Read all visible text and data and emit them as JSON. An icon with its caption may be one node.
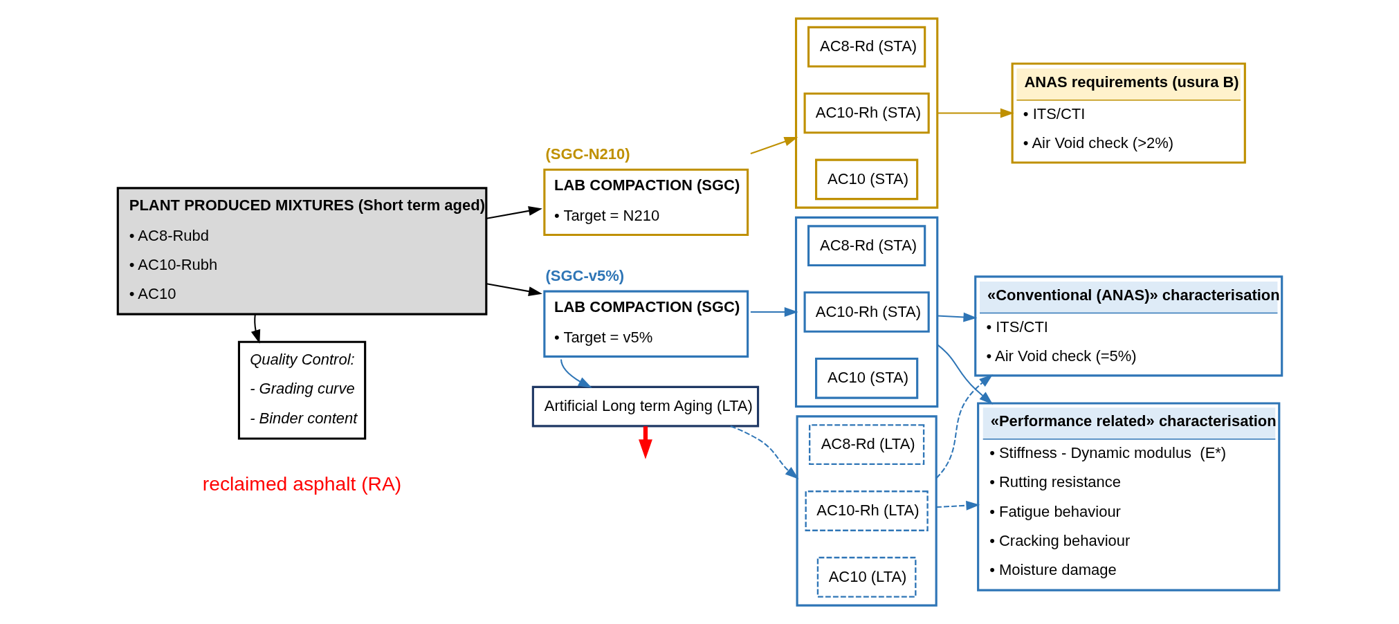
{
  "diagram": {
    "nodes": [
      {
        "text": [
          "PLANT PRODUCED MIXTURES (Short term aged)",
          "• AC8-Rubd",
          "• AC10-Rubh",
          "• AC10"
        ]
      },
      {
        "text": [
          "Quality Control:",
          "- Grading curve",
          "- Binder content"
        ]
      },
      {
        "text": [
          "LAB COMPACTION (SGC)",
          "• Target = N210"
        ],
        "beside": [
          "(SGC-N210)"
        ]
      },
      {
        "text": [],
        "shape": "box"
      },
      {
        "text": [
          "AC8-Rd (STA)"
        ],
        "in": 3
      },
      {
        "text": [
          "AC10-Rh (STA)"
        ],
        "in": 3
      },
      {
        "text": [
          "AC10 (STA)"
        ],
        "in": 3
      },
      {
        "text": [
          "ANAS requirements (usura B)",
          "• ITS/CTI",
          "• Air Void check (>2%)"
        ]
      },
      {
        "text": [
          "LAB COMPACTION (SGC)",
          "• Target = v5%"
        ],
        "beside": [
          "(SGC-v5%)"
        ]
      },
      {
        "text": [],
        "shape": "box"
      },
      {
        "text": [
          "AC8-Rd (STA)"
        ],
        "in": 9
      },
      {
        "text": [
          "AC10-Rh (STA)"
        ],
        "in": 9
      },
      {
        "text": [
          "AC10 (STA)"
        ],
        "in": 9
      },
      {
        "text": [
          "«Conventional (ANAS)» characterisation",
          "• ITS/CTI",
          "• Air Void check (=5%)"
        ]
      },
      {
        "text": [
          "Artificial Long term Aging (LTA)"
        ]
      },
      {
        "text": [],
        "shape": "box"
      },
      {
        "text": [
          "AC8-Rd (LTA)"
        ],
        "in": 15
      },
      {
        "text": [
          "AC10-Rh (LTA)"
        ],
        "in": 15
      },
      {
        "text": [
          "AC10 (LTA)"
        ],
        "in": 15
      },
      {
        "text": [
          "«Performance related» characterisation",
          "• Stiffness - Dynamic modulus  (E*)",
          "• Rutting resistance",
          "• Fatigue behaviour",
          "• Cracking behaviour",
          "• Moisture damage"
        ]
      }
    ],
    "edges": [
      {
        "from": 0,
        "to": 2,
        "arrow": "to",
        "color": "#000000"
      },
      {
        "from": 0,
        "to": 8,
        "arrow": "to",
        "color": "#000000"
      },
      {
        "from": 0,
        "to": 1,
        "arrow": "to",
        "color": "#000000"
      },
      {
        "from": 2,
        "to": 3,
        "arrow": "to",
        "color": "#bf9000"
      },
      {
        "from": 3,
        "to": 7,
        "arrow": "to",
        "color": "#bf9000"
      },
      {
        "from": 8,
        "to": 9,
        "arrow": "to"
      },
      {
        "from": 8,
        "to": 14,
        "arrow": "to"
      },
      {
        "from": 9,
        "to": 13,
        "arrow": "to"
      },
      {
        "from": 9,
        "to": 19,
        "arrow": "to"
      },
      {
        "from": 14,
        "to": 15,
        "arrow": "to",
        "style": "dashed"
      },
      {
        "from": 15,
        "to": 13,
        "arrow": "to",
        "style": "dashed"
      },
      {
        "from": 15,
        "to": 19,
        "arrow": "to",
        "style": "dashed"
      },
      {
        "from": 14,
        "to": null,
        "arrow": "to",
        "style": "thick",
        "color": "#ff0000"
      }
    ],
    "labels": [
      "reclaimed asphalt (RA)"
    ]
  }
}
